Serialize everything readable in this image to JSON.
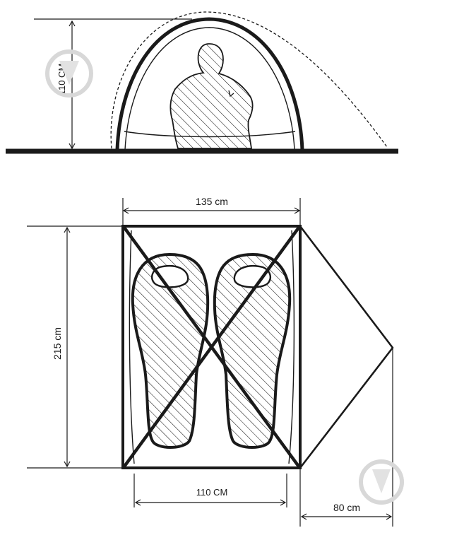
{
  "side_view": {
    "height_label": "110 CM"
  },
  "floor_plan": {
    "width_label": "135 cm",
    "length_label": "215 cm",
    "inner_width_label": "110 CM",
    "vestibule_label": "80 cm"
  },
  "colors": {
    "line": "#1a1a1a",
    "watermark": "#d8d8d8",
    "background": "#ffffff"
  },
  "icons": [
    "person-silhouette-icon",
    "sleeping-bag-icon",
    "watermark-logo-icon"
  ]
}
